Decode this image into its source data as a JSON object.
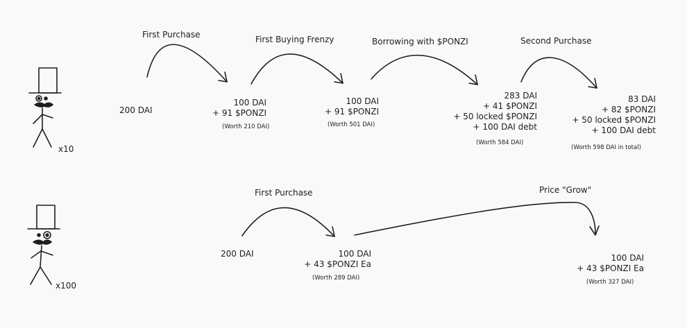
{
  "row1": {
    "multiplier": "x10",
    "start": "200 DAI",
    "transitions": [
      "First Purchase",
      "First Buying Frenzy",
      "Borrowing with $PONZI",
      "Second Purchase"
    ],
    "states": [
      {
        "lines": [
          "100 DAI",
          "+ 91 $PONZI"
        ],
        "worth": "(Worth 210 DAI)"
      },
      {
        "lines": [
          "100 DAI",
          "+ 91 $PONZI"
        ],
        "worth": "(Worth 501 DAI)"
      },
      {
        "lines": [
          "283 DAI",
          "+ 41 $PONZI",
          "+ 50 locked $PONZI",
          "+ 100 DAI debt"
        ],
        "worth": "(Worth 584 DAI)"
      },
      {
        "lines": [
          "83 DAI",
          "+ 82 $PONZI",
          "+ 50 locked $PONZI",
          "+ 100 DAI debt"
        ],
        "worth": "(Worth 598 DAI in total)"
      }
    ]
  },
  "row2": {
    "multiplier": "x100",
    "start": "200 DAI",
    "transitions": [
      "First Purchase",
      "Price \"Grow\""
    ],
    "states": [
      {
        "lines": [
          "100 DAI",
          "+ 43 $PONZI Ea"
        ],
        "worth": "(Worth 289 DAI)"
      },
      {
        "lines": [
          "100 DAI",
          "+ 43 $PONZI Ea"
        ],
        "worth": "(Worth 327 DAI)"
      }
    ]
  },
  "colors": {
    "ink": "#1e1e1e",
    "background": "#f9f9f9"
  }
}
